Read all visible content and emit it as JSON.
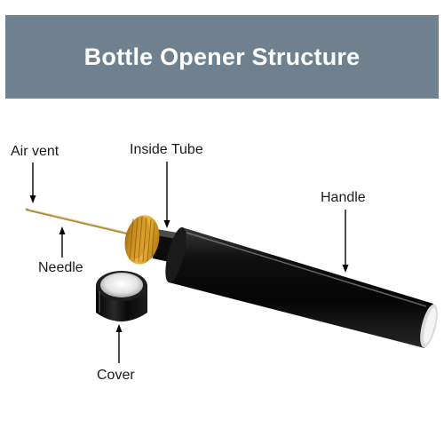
{
  "header": {
    "title": "Bottle Opener Structure"
  },
  "labels": {
    "air_vent": "Air vent",
    "inside_tube": "Inside Tube",
    "handle": "Handle",
    "needle": "Needle",
    "cover": "Cover"
  },
  "colors": {
    "banner": "#6f808e",
    "handle_black": "#0b0b0b",
    "brass": "#d39a1e",
    "needle": "#b08a3a"
  }
}
